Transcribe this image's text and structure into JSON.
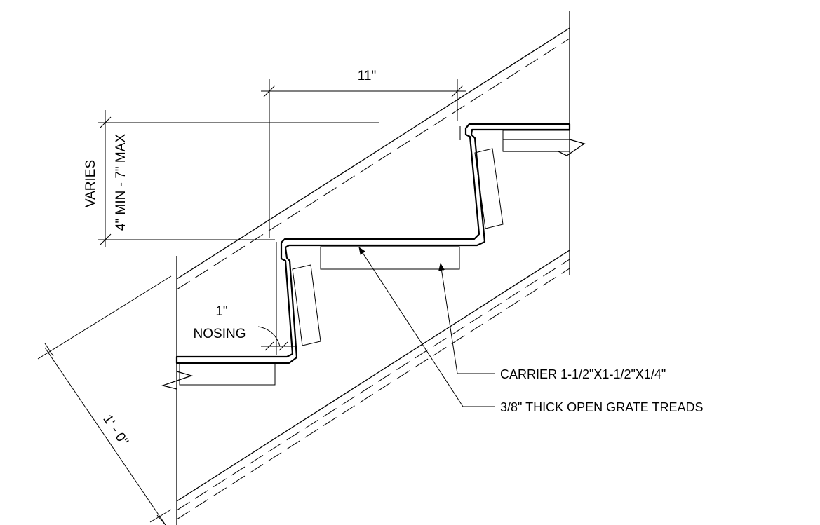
{
  "dimensions": {
    "tread_depth": "11\"",
    "riser_varies": "VARIES",
    "riser_range": "4\" MIN - 7\" MAX",
    "nosing_value": "1\"",
    "nosing_label": "NOSING",
    "diagonal": "1' - 0\""
  },
  "callouts": {
    "carrier": "CARRIER 1-1/2\"X1-1/2\"X1/4\"",
    "treads": "3/8\" THICK OPEN GRATE TREADS"
  }
}
